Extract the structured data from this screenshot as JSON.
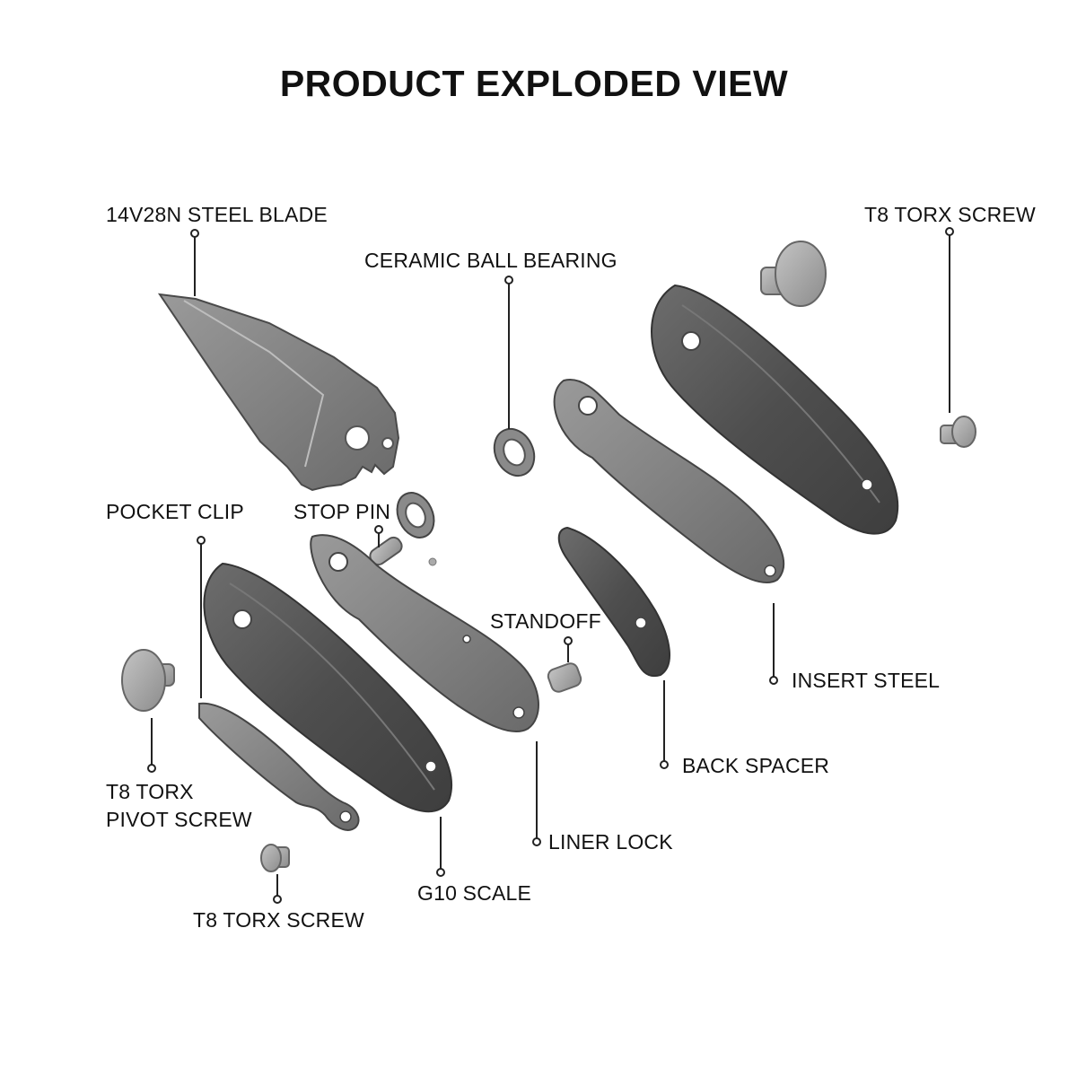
{
  "title": "PRODUCT EXPLODED VIEW",
  "labels": {
    "blade": "14V28N STEEL BLADE",
    "bearing_top": "CERAMIC BALL BEARING",
    "screw_top_right": "T8 TORX SCREW",
    "pocket_clip": "POCKET CLIP",
    "stop_pin": "STOP PIN",
    "standoff": "STANDOFF",
    "insert_steel": "INSERT STEEL",
    "back_spacer": "BACK SPACER",
    "pivot_screw_line1": "T8 TORX",
    "pivot_screw_line2": "PIVOT SCREW",
    "liner_lock": "LINER LOCK",
    "g10_scale": "G10 SCALE",
    "screw_bottom": "T8 TORX SCREW"
  },
  "colors": {
    "part_dark": "#5a5a5a",
    "part_mid": "#7e7e7e",
    "part_light": "#a8a8a8",
    "leader": "#222222"
  }
}
